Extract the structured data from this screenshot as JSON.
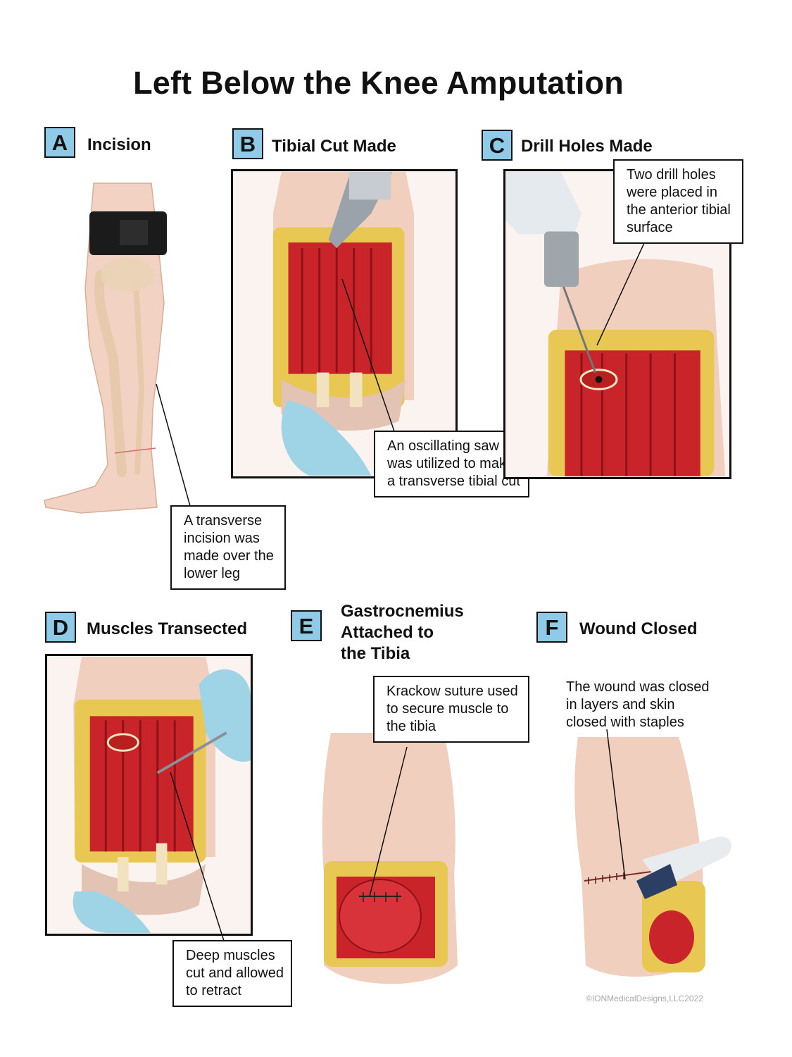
{
  "title": "Left Below the Knee Amputation",
  "panels": {
    "A": {
      "letter": "A",
      "heading": "Incision",
      "callout": [
        "A transverse",
        "incision was",
        "made over the",
        "lower leg"
      ]
    },
    "B": {
      "letter": "B",
      "heading": "Tibial Cut Made",
      "callout": [
        "An oscillating saw",
        "was utilized to make",
        "a transverse tibial cut"
      ]
    },
    "C": {
      "letter": "C",
      "heading": "Drill Holes Made",
      "callout": [
        "Two drill holes",
        "were placed in",
        "the anterior tibial",
        "surface"
      ]
    },
    "D": {
      "letter": "D",
      "heading": "Muscles Transected",
      "callout": [
        "Deep muscles",
        "cut and allowed",
        "to retract"
      ]
    },
    "E": {
      "letter": "E",
      "heading": [
        "Gastrocnemius",
        "Attached to",
        "the Tibia"
      ],
      "callout": [
        "Krackow suture used",
        "to secure muscle to",
        "the tibia"
      ]
    },
    "F": {
      "letter": "F",
      "heading": "Wound Closed",
      "callout": [
        "The wound was closed",
        "in layers and skin",
        "closed with staples"
      ]
    }
  },
  "copyright": "©IONMedicalDesigns,LLC2022",
  "colors": {
    "badge": "#8fcbe8",
    "muscle": "#c8242a",
    "fat": "#e6c85a",
    "skin": "#f0cfbf",
    "glove": "#9ed4e6"
  }
}
